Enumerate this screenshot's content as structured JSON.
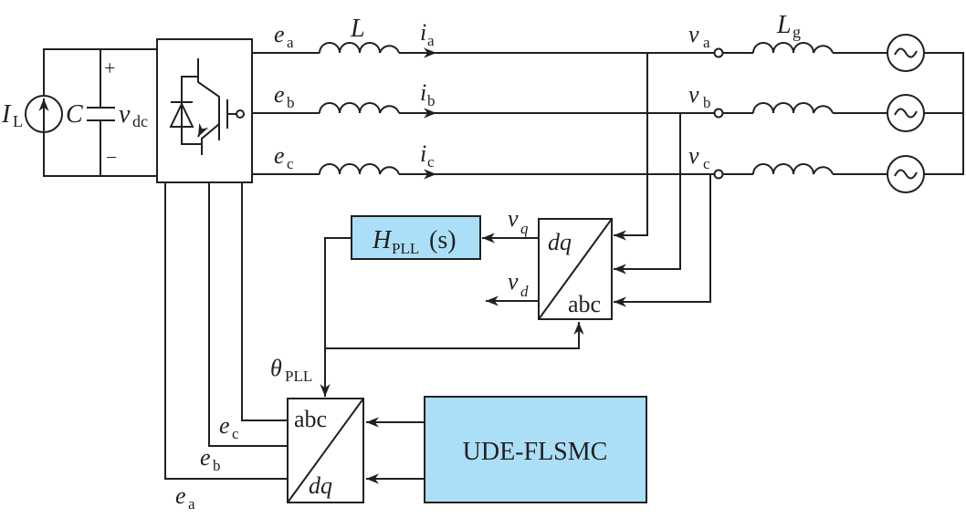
{
  "dc_side": {
    "current_source": "I",
    "current_source_sub": "L",
    "capacitor": "C",
    "voltage": "v",
    "voltage_sub": "dc",
    "plus": "+",
    "minus": "−"
  },
  "phases": [
    {
      "e": "e",
      "e_sub": "a",
      "i": "i",
      "i_sub": "a",
      "v": "v",
      "v_sub": "a"
    },
    {
      "e": "e",
      "e_sub": "b",
      "i": "i",
      "i_sub": "b",
      "v": "v",
      "v_sub": "b"
    },
    {
      "e": "e",
      "e_sub": "c",
      "i": "i",
      "i_sub": "c",
      "v": "v",
      "v_sub": "c"
    }
  ],
  "filter_inductor": "L",
  "grid_inductor": "L",
  "grid_inductor_sub": "g",
  "pll": {
    "block": "H",
    "block_sub": "PLL",
    "block_arg": "(s)",
    "vq": "v",
    "vq_sub": "q",
    "vd": "v",
    "vd_sub": "d",
    "theta": "θ",
    "theta_sub": "PLL"
  },
  "transform_top": {
    "upper": "dq",
    "lower": "abc"
  },
  "transform_bottom": {
    "upper": "abc",
    "lower": "dq"
  },
  "controller": {
    "label": "UDE-FLSMC",
    "fill": "#abdff7"
  },
  "colors": {
    "line": "#231f20",
    "block_fill": "#abdff7"
  }
}
